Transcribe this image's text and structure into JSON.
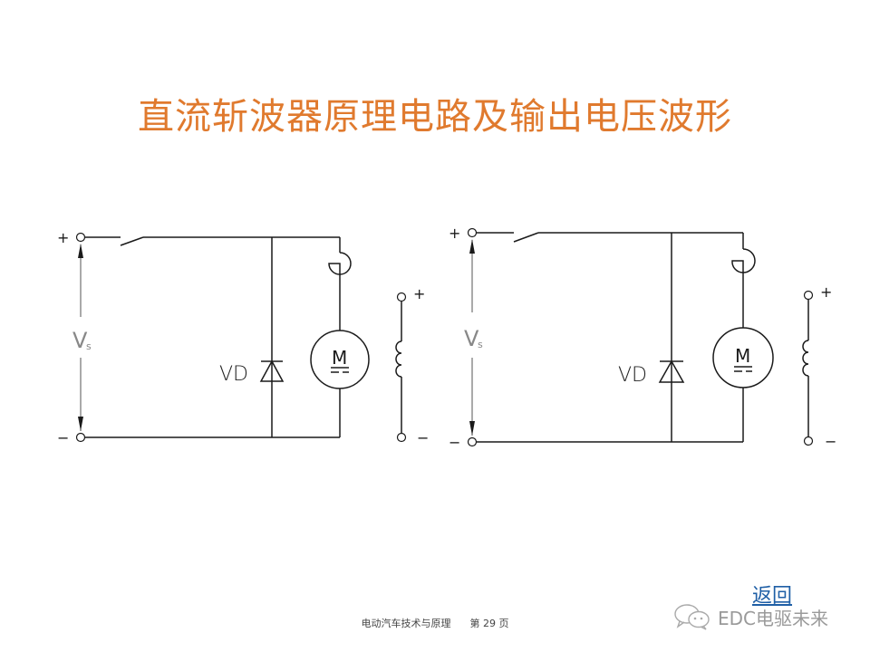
{
  "slide": {
    "title": "直流斩波器原理电路及输出电压波形",
    "title_color": "#E07A2E"
  },
  "circuits": [
    {
      "id": "left",
      "supply_plus": "+",
      "supply_minus": "−",
      "supply_label_main": "V",
      "supply_label_sub": "s",
      "diode_label": "VD",
      "motor_label": "M",
      "output_plus": "+",
      "output_minus": "−"
    },
    {
      "id": "right",
      "supply_plus": "+",
      "supply_minus": "−",
      "supply_label_main": "V",
      "supply_label_sub": "s",
      "diode_label": "VD",
      "motor_label": "M",
      "output_plus": "+",
      "output_minus": "−"
    }
  ],
  "footer": {
    "course": "电动汽车技术与原理",
    "page": "第 29 页"
  },
  "nav": {
    "back_label": "返回",
    "back_color": "#1F5FA6"
  },
  "watermark": {
    "icon": "wechat-icon",
    "text": "EDC电驱未来"
  }
}
